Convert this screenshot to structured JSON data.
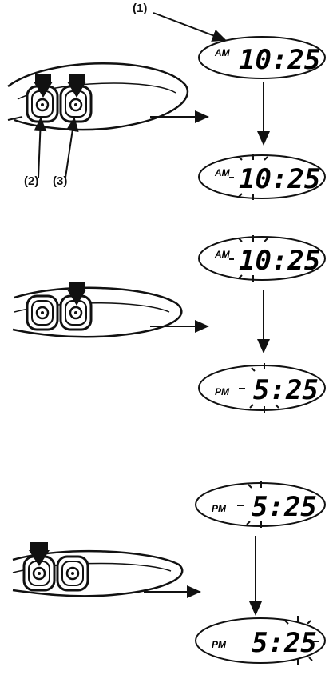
{
  "callouts": {
    "c1": "(1)",
    "c2": "(2)",
    "c3": "(3)"
  },
  "steps": [
    {
      "before": {
        "ampm": "AM",
        "time": "10:25"
      },
      "after": {
        "ampm": "AM",
        "time": "10:25",
        "blinking": "hour"
      },
      "pressed_buttons": [
        "(2)",
        "(3)"
      ]
    },
    {
      "before": {
        "ampm": "AM",
        "time": "10:25",
        "blinking": "hour"
      },
      "after": {
        "ampm": "PM",
        "time": "5:25",
        "blinking": "hour"
      },
      "pressed_buttons": [
        "(3)"
      ]
    },
    {
      "before": {
        "ampm": "PM",
        "time": "5:25",
        "blinking": "hour"
      },
      "after": {
        "ampm": "PM",
        "time": "5:25",
        "blinking": "minute"
      },
      "pressed_buttons": [
        "(2)"
      ]
    }
  ],
  "colors": {
    "ink": "#111111",
    "paper": "#ffffff"
  }
}
